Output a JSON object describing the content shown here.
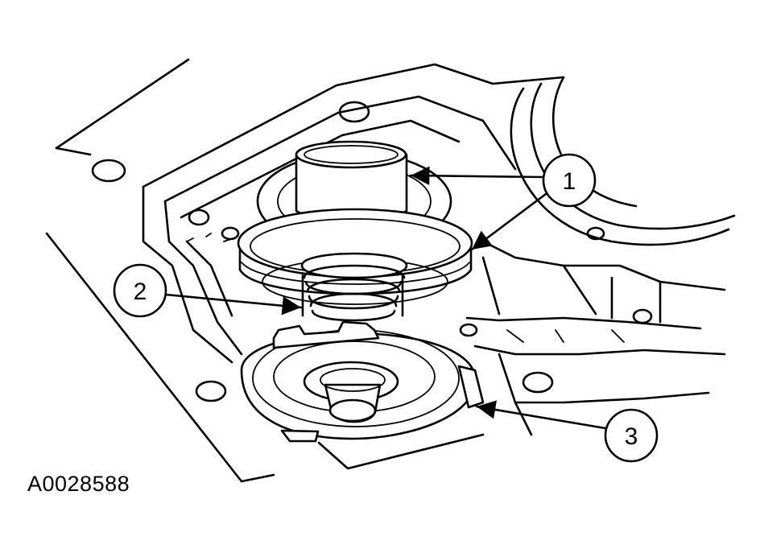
{
  "figure": {
    "id_label": "A0028588",
    "callouts": [
      {
        "number": "1"
      },
      {
        "number": "2"
      },
      {
        "number": "3"
      }
    ]
  },
  "colors": {
    "ink": "#000000",
    "paper": "#ffffff"
  }
}
